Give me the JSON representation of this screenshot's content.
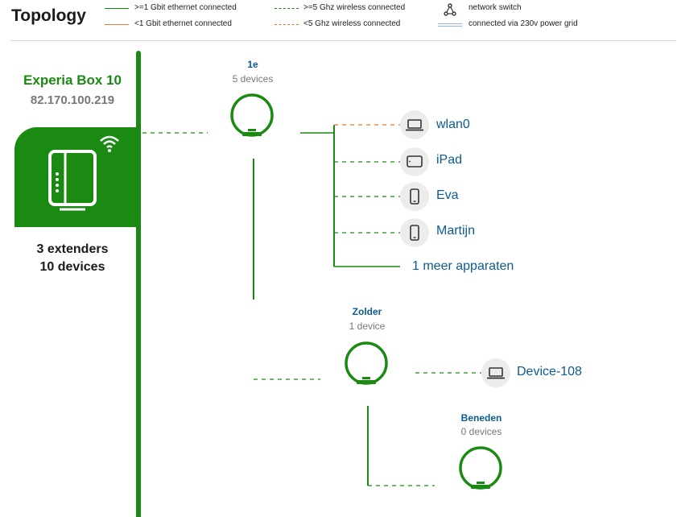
{
  "header": {
    "title": "Topology"
  },
  "legend": {
    "gbit_eth_connected": ">=1 Gbit ethernet connected",
    "lt_gbit_eth_connected": "<1 Gbit ethernet connected",
    "wireless_5ghz_plus": ">=5 Ghz wireless connected",
    "wireless_lt_5ghz": "<5 Ghz wireless connected",
    "network_switch": "network switch",
    "powerline": "connected via 230v power grid"
  },
  "colors": {
    "green": "#1a8a12",
    "orange": "#e07a2e",
    "blue_text": "#0b5c8f",
    "powerline": "#8fb5e0"
  },
  "router": {
    "name": "Experia Box 10",
    "ip": "82.170.100.219",
    "extenders": "3 extenders",
    "devices": "10 devices",
    "icon": "router-icon",
    "wifi_icon": "wifi-icon"
  },
  "nodes": {
    "first": {
      "name": "1e",
      "count": "5 devices"
    },
    "zolder": {
      "name": "Zolder",
      "count": "1 device"
    },
    "beneden": {
      "name": "Beneden",
      "count": "0 devices"
    }
  },
  "devices": {
    "wlan0": {
      "label": "wlan0",
      "icon": "laptop-icon",
      "connection": "<5 Ghz wireless"
    },
    "ipad": {
      "label": "iPad",
      "icon": "tablet-icon",
      "connection": ">=5 Ghz wireless"
    },
    "eva": {
      "label": "Eva",
      "icon": "phone-icon",
      "connection": ">=5 Ghz wireless"
    },
    "martijn": {
      "label": "Martijn",
      "icon": "phone-icon",
      "connection": ">=5 Ghz wireless"
    },
    "more": {
      "label": "1 meer apparaten"
    },
    "device108": {
      "label": "Device-108",
      "icon": "laptop-icon",
      "connection": ">=5 Ghz wireless"
    }
  }
}
